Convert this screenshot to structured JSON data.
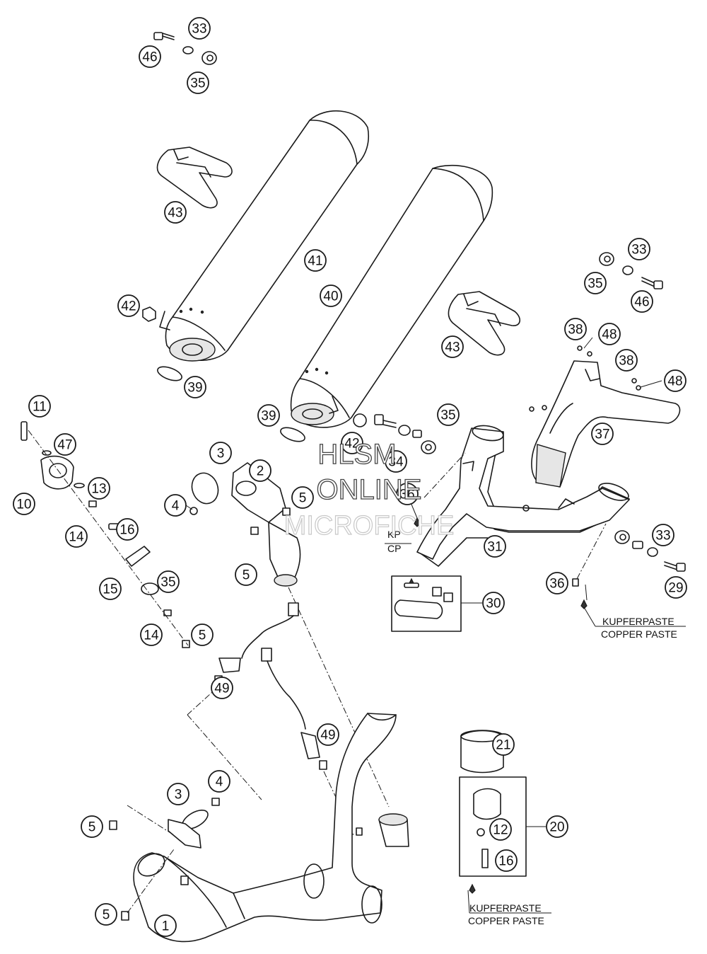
{
  "diagram": {
    "callouts": [
      {
        "id": "c-33-top",
        "label": "33"
      },
      {
        "id": "c-46-top",
        "label": "46"
      },
      {
        "id": "c-35-top",
        "label": "35"
      },
      {
        "id": "c-43-left",
        "label": "43"
      },
      {
        "id": "c-41",
        "label": "41"
      },
      {
        "id": "c-42-left",
        "label": "42"
      },
      {
        "id": "c-39-left",
        "label": "39"
      },
      {
        "id": "c-40",
        "label": "40"
      },
      {
        "id": "c-33-right",
        "label": "33"
      },
      {
        "id": "c-35-right",
        "label": "35"
      },
      {
        "id": "c-46-right",
        "label": "46"
      },
      {
        "id": "c-43-right",
        "label": "43"
      },
      {
        "id": "c-38-a",
        "label": "38"
      },
      {
        "id": "c-48-a",
        "label": "48"
      },
      {
        "id": "c-38-b",
        "label": "38"
      },
      {
        "id": "c-48-b",
        "label": "48"
      },
      {
        "id": "c-37",
        "label": "37"
      },
      {
        "id": "c-11",
        "label": "11"
      },
      {
        "id": "c-47",
        "label": "47"
      },
      {
        "id": "c-10",
        "label": "10"
      },
      {
        "id": "c-13",
        "label": "13"
      },
      {
        "id": "c-14-a",
        "label": "14"
      },
      {
        "id": "c-16-a",
        "label": "16"
      },
      {
        "id": "c-15",
        "label": "15"
      },
      {
        "id": "c-35-mid",
        "label": "35"
      },
      {
        "id": "c-14-b",
        "label": "14"
      },
      {
        "id": "c-5-a",
        "label": "5"
      },
      {
        "id": "c-3-top",
        "label": "3"
      },
      {
        "id": "c-2",
        "label": "2"
      },
      {
        "id": "c-4-top",
        "label": "4"
      },
      {
        "id": "c-5-b",
        "label": "5"
      },
      {
        "id": "c-5-c",
        "label": "5"
      },
      {
        "id": "c-39-right",
        "label": "39"
      },
      {
        "id": "c-42-right",
        "label": "42"
      },
      {
        "id": "c-35-center",
        "label": "35"
      },
      {
        "id": "c-34",
        "label": "34"
      },
      {
        "id": "c-36-a",
        "label": "36"
      },
      {
        "id": "c-31",
        "label": "31"
      },
      {
        "id": "c-30",
        "label": "30"
      },
      {
        "id": "c-33-low",
        "label": "33"
      },
      {
        "id": "c-36-b",
        "label": "36"
      },
      {
        "id": "c-29",
        "label": "29"
      },
      {
        "id": "c-49-a",
        "label": "49"
      },
      {
        "id": "c-49-b",
        "label": "49"
      },
      {
        "id": "c-21",
        "label": "21"
      },
      {
        "id": "c-20",
        "label": "20"
      },
      {
        "id": "c-12",
        "label": "12"
      },
      {
        "id": "c-16-b",
        "label": "16"
      },
      {
        "id": "c-3-bot",
        "label": "3"
      },
      {
        "id": "c-4-bot",
        "label": "4"
      },
      {
        "id": "c-5-d",
        "label": "5"
      },
      {
        "id": "c-5-e",
        "label": "5"
      },
      {
        "id": "c-1",
        "label": "1"
      }
    ],
    "notes": {
      "kp": "KP",
      "cp": "CP",
      "paste_right_de": "KUPFERPASTE",
      "paste_right_en": "COPPER PASTE",
      "paste_bottom_de": "KUPFERPASTE",
      "paste_bottom_en": "COPPER PASTE"
    },
    "watermark": {
      "line1": "HLSM",
      "line2": "ONLINE",
      "line3": "MICROFICHE"
    }
  }
}
